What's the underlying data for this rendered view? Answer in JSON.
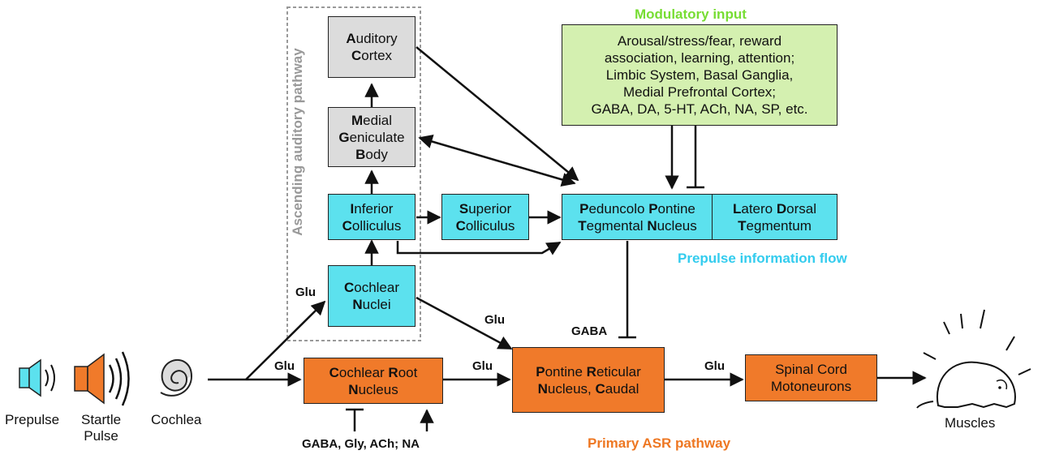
{
  "nodes": {
    "auditory_cortex": [
      "Auditory",
      "Cortex"
    ],
    "mgb": [
      "Medial",
      "Geniculate",
      "Body"
    ],
    "inferior_colliculus": [
      "Inferior",
      "Colliculus"
    ],
    "superior_colliculus": [
      "Superior",
      "Colliculus"
    ],
    "cochlear_nuclei": [
      "Cochlear",
      "Nuclei"
    ],
    "ppt": [
      "Peduncolo Pontine",
      "Tegmental Nucleus"
    ],
    "ldt": [
      "Latero Dorsal",
      "Tegmentum"
    ],
    "crn": [
      "Cochlear Root",
      "Nucleus"
    ],
    "pnc": [
      "Pontine Reticular",
      "Nucleus, Caudal"
    ],
    "motoneurons": [
      "Spinal Cord",
      "Motoneurons"
    ],
    "modulatory": [
      "Arousal/stress/fear, reward",
      "association, learning, attention;",
      "Limbic System, Basal Ganglia,",
      "Medial Prefrontal Cortex;",
      "GABA, DA, 5-HT, ACh, NA, SP, etc."
    ]
  },
  "titles": {
    "modulatory": "Modulatory input",
    "prepulse_flow": "Prepulse information flow",
    "primary_asr": "Primary ASR pathway",
    "ascending": "Ascending auditory pathway"
  },
  "labels": {
    "glu_cn": "Glu",
    "glu_crn": "Glu",
    "glu_cn_pnc": "Glu",
    "glu_crn_pnc": "Glu",
    "glu_pnc_mn": "Glu",
    "gaba_ppt": "GABA",
    "crn_modulators": "GABA, Gly, ACh; NA"
  },
  "stimuli": {
    "prepulse": "Prepulse",
    "startle": [
      "Startle",
      "Pulse"
    ],
    "cochlea": "Cochlea",
    "muscles": "Muscles"
  },
  "colors": {
    "gray": "#dcdcdc",
    "cyan": "#5ce1ee",
    "orange": "#f07a2a",
    "green": "#d4f0b0",
    "title_green": "#77dd33",
    "title_cyan": "#33ccee",
    "title_orange": "#ee7722"
  }
}
